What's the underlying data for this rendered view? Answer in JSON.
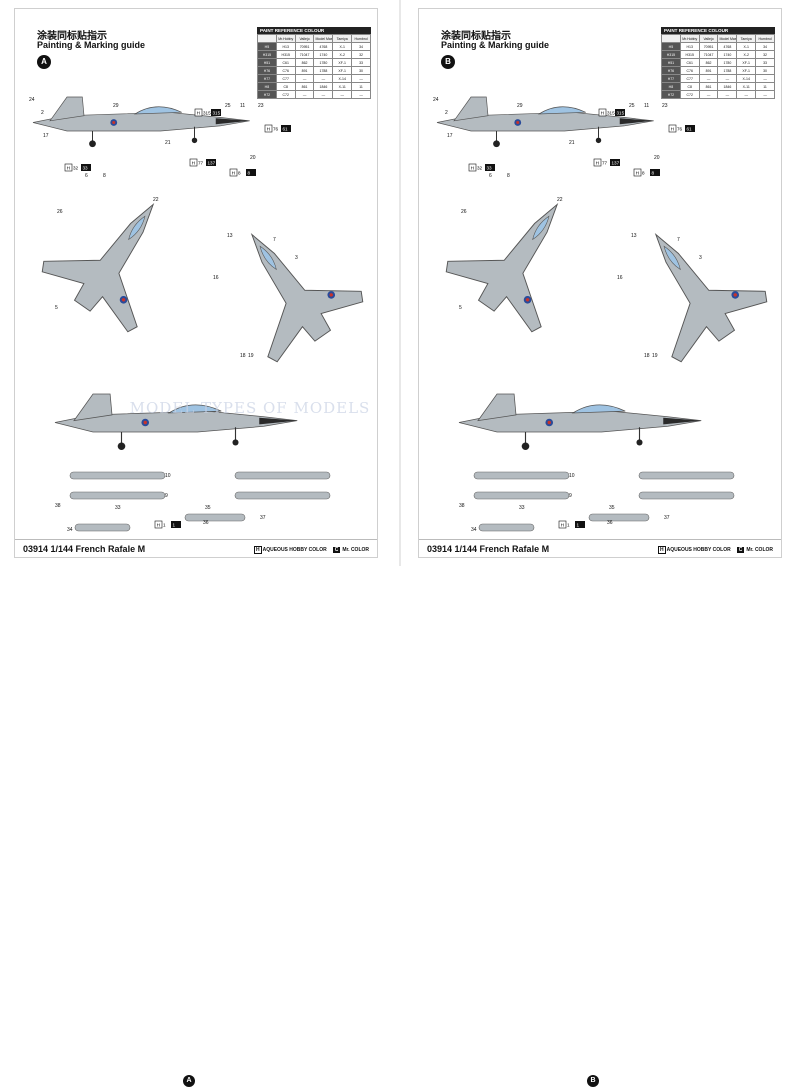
{
  "pages": [
    {
      "variant": "A",
      "title_cn": "涂装同标贴指示",
      "title_en": "Painting & Marking guide",
      "footer_title": "03914 1/144 French Rafale M"
    },
    {
      "variant": "B",
      "title_cn": "涂装同标贴指示",
      "title_en": "Painting & Marking guide",
      "footer_title": "03914 1/144 French Rafale M"
    }
  ],
  "paint_reference": {
    "title": "PAINT REFERENCE COLOUR",
    "headers": [
      "",
      "Mr.Hobby",
      "Vallejo",
      "Model Master",
      "Tamiya",
      "Humbrol"
    ],
    "rows": [
      [
        "H5",
        "H13",
        "70951",
        "4768",
        "X-1",
        "34"
      ],
      [
        "H315",
        "H315",
        "71047",
        "1740",
        "X-2",
        "32"
      ],
      [
        "H51",
        "C61",
        "862",
        "1780",
        "XF-1",
        "33"
      ],
      [
        "H76",
        "C76",
        "891",
        "1788",
        "XF-1",
        "30"
      ],
      [
        "H77",
        "C77",
        "—",
        "—",
        "X-14",
        "—"
      ],
      [
        "H8",
        "C8",
        "861",
        "1846",
        "X-11",
        "11"
      ],
      [
        "H72",
        "C72",
        "—",
        "—",
        "—",
        "—"
      ]
    ]
  },
  "callouts": {
    "part_numbers": [
      "24",
      "2",
      "29",
      "25",
      "11",
      "23",
      "17",
      "21",
      "8",
      "6",
      "20",
      "22",
      "26",
      "13",
      "16",
      "18",
      "19",
      "3",
      "7",
      "5",
      "38",
      "33",
      "35",
      "36",
      "37",
      "34",
      "10",
      "9"
    ]
  },
  "color_chips": [
    {
      "h": "H",
      "code": "315",
      "c": "315"
    },
    {
      "h": "H",
      "code": "76",
      "c": "61"
    },
    {
      "h": "H",
      "code": "77",
      "c": "137"
    },
    {
      "h": "H",
      "code": "8",
      "c": "8"
    },
    {
      "h": "H",
      "code": "32",
      "c": "33"
    },
    {
      "h": "H",
      "code": "1",
      "c": "1"
    }
  ],
  "footer": {
    "h_label": "H",
    "h_text": "AQUEOUS HOBBY COLOR",
    "c_label": "C",
    "c_text": "Mr. COLOR"
  },
  "watermark": "MODEL TYPES OF MODELS",
  "colors": {
    "aircraft_grey": "#b4bbc0",
    "canopy": "#9fc3e2",
    "nose_dark": "#2a2a2a",
    "roundel_red": "#c8332b",
    "roundel_blue": "#2a4b9a"
  }
}
